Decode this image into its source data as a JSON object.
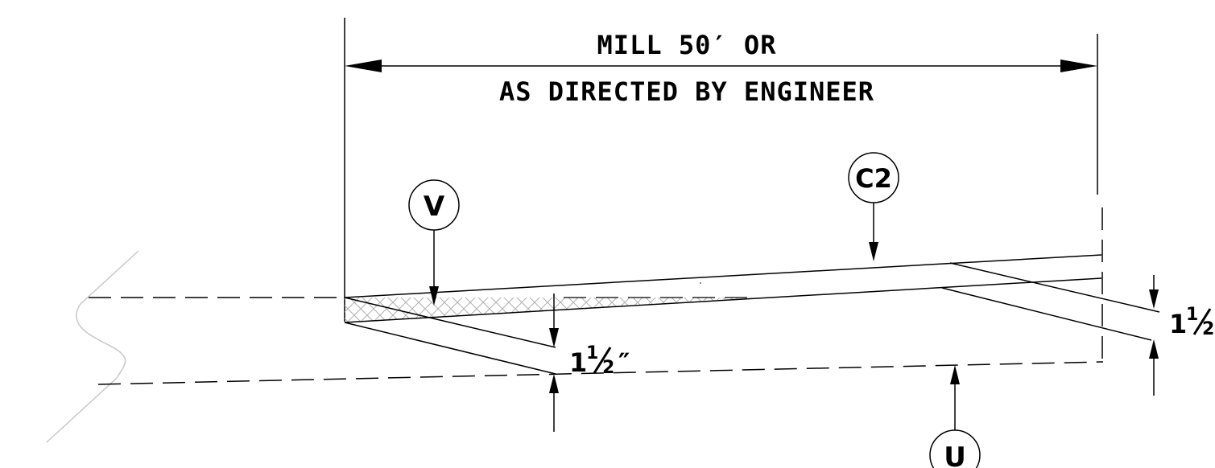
{
  "dimension": {
    "line1": "MILL 50′ OR",
    "line2": "AS DIRECTED BY ENGINEER"
  },
  "callouts": {
    "v": "V",
    "c2": "C2",
    "u": "U"
  },
  "thickness_left": {
    "whole": "1",
    "numerator": "1",
    "denominator": "2",
    "unit": "″"
  },
  "thickness_right": {
    "whole": "1",
    "numerator": "1",
    "denominator": "2"
  },
  "colors": {
    "line": "#000000",
    "break_line": "#c8c8c8",
    "hatch": "#b0b0b0"
  }
}
